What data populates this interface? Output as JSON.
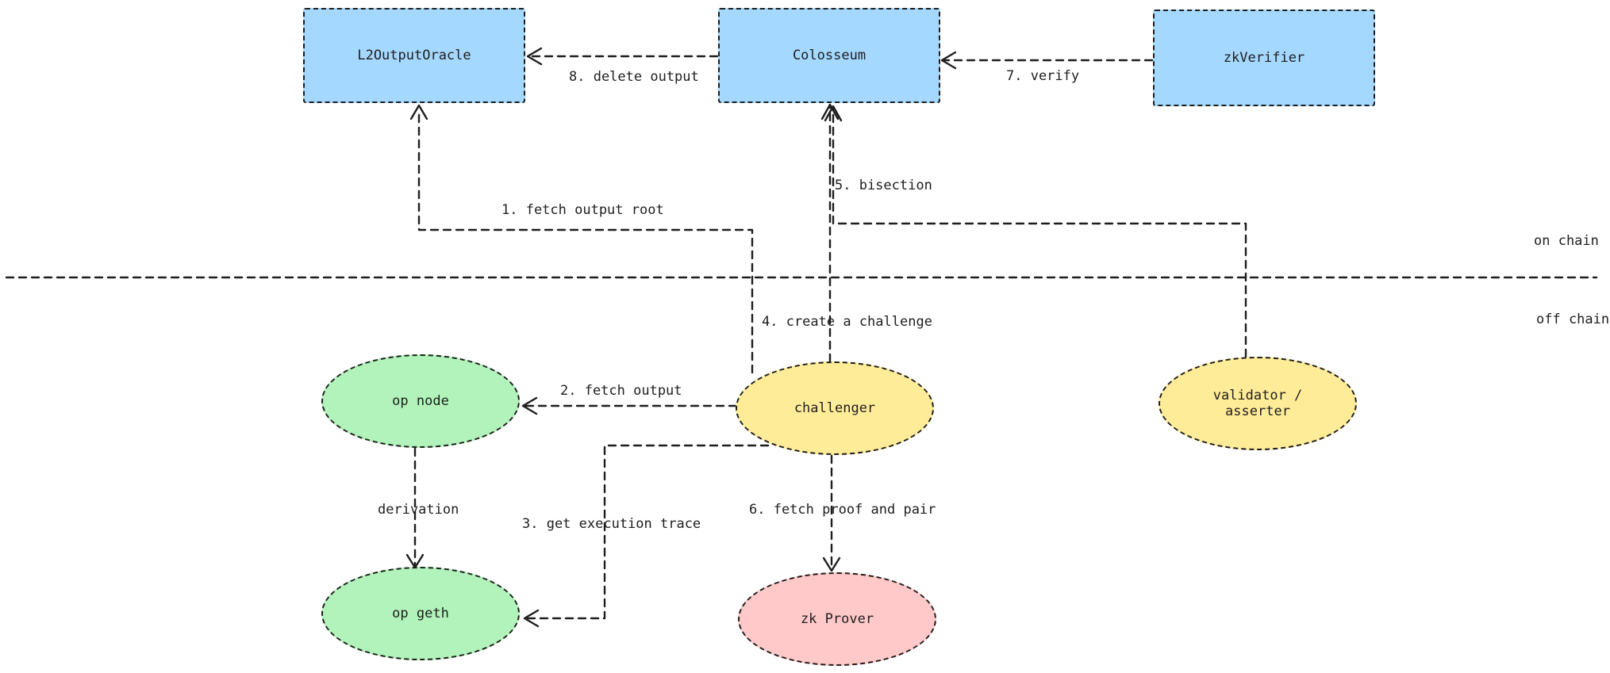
{
  "nodes": {
    "l2_output_oracle": "L2OutputOracle",
    "colosseum": "Colosseum",
    "zk_verifier": "zkVerifier",
    "op_node": "op node",
    "op_geth": "op geth",
    "challenger": "challenger",
    "zk_prover": "zk Prover",
    "validator_asserter": "validator /\nasserter"
  },
  "edges": {
    "fetch_output_root": "1. fetch output root",
    "fetch_output": "2. fetch output",
    "get_execution_trace": "3. get execution trace",
    "create_challenge": "4. create a challenge",
    "bisection": "5. bisection",
    "fetch_proof": "6. fetch proof and pair",
    "verify": "7. verify",
    "delete_output": "8. delete output",
    "derivation": "derivation"
  },
  "zones": {
    "on_chain": "on chain",
    "off_chain": "off chain"
  },
  "colors": {
    "contract_fill": "#a5d8ff",
    "op_fill": "#b2f2bb",
    "actor_fill": "#ffec99",
    "prover_fill": "#ffc9c9",
    "stroke": "#1e1e1e"
  }
}
